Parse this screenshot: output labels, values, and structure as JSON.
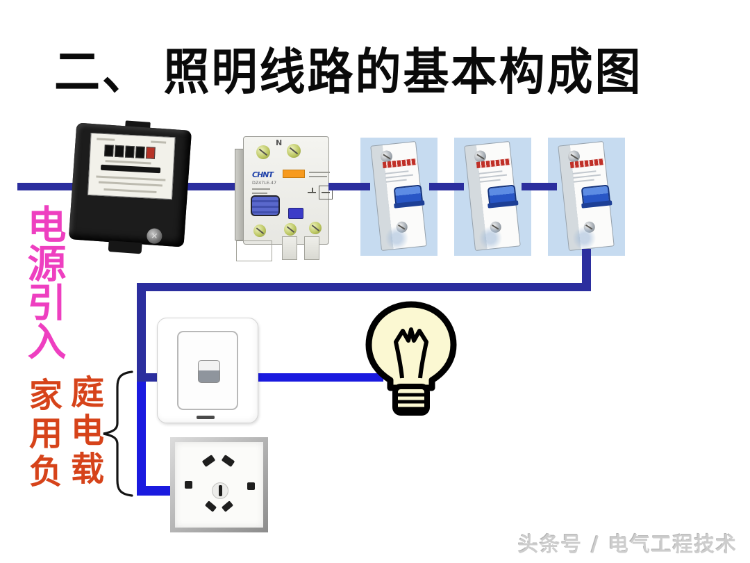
{
  "slide": {
    "title": "二、 照明线路的基本构成图"
  },
  "labels": {
    "power_in": "电源引入",
    "load_chars": [
      "家",
      "庭",
      "用",
      "电",
      "负",
      "载"
    ]
  },
  "watermark": "头条号 / 电气工程技术",
  "components": {
    "rcd": {
      "brand": "CHNT",
      "n_label": "N",
      "model": "DZ47LE-47"
    }
  },
  "colors": {
    "wire-navy": "#2B2E9E",
    "wire-blue": "#1A1ADF",
    "pink": "#EE3FC0",
    "red": "#D6431A",
    "photo-bg": "#C6DBF0",
    "bulb-fill": "#FBF8D2",
    "title-color": "#0A0A0A",
    "watermark": "#CDCDCD"
  }
}
